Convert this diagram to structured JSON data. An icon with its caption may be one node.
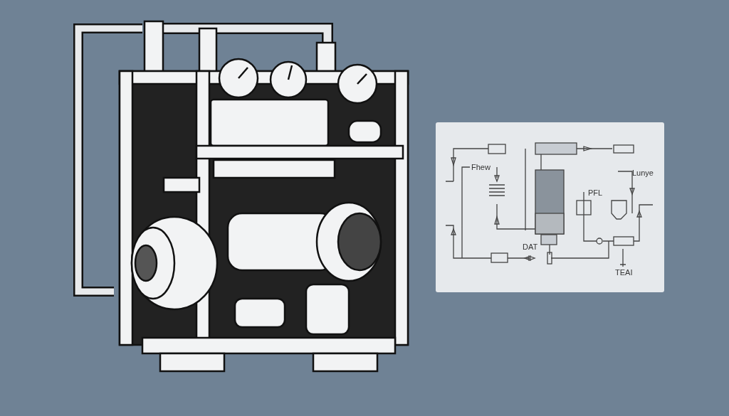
{
  "diagram": {
    "labels": [
      "Fhew",
      "Lunye",
      "PFL",
      "DAT",
      "TEAI"
    ]
  }
}
